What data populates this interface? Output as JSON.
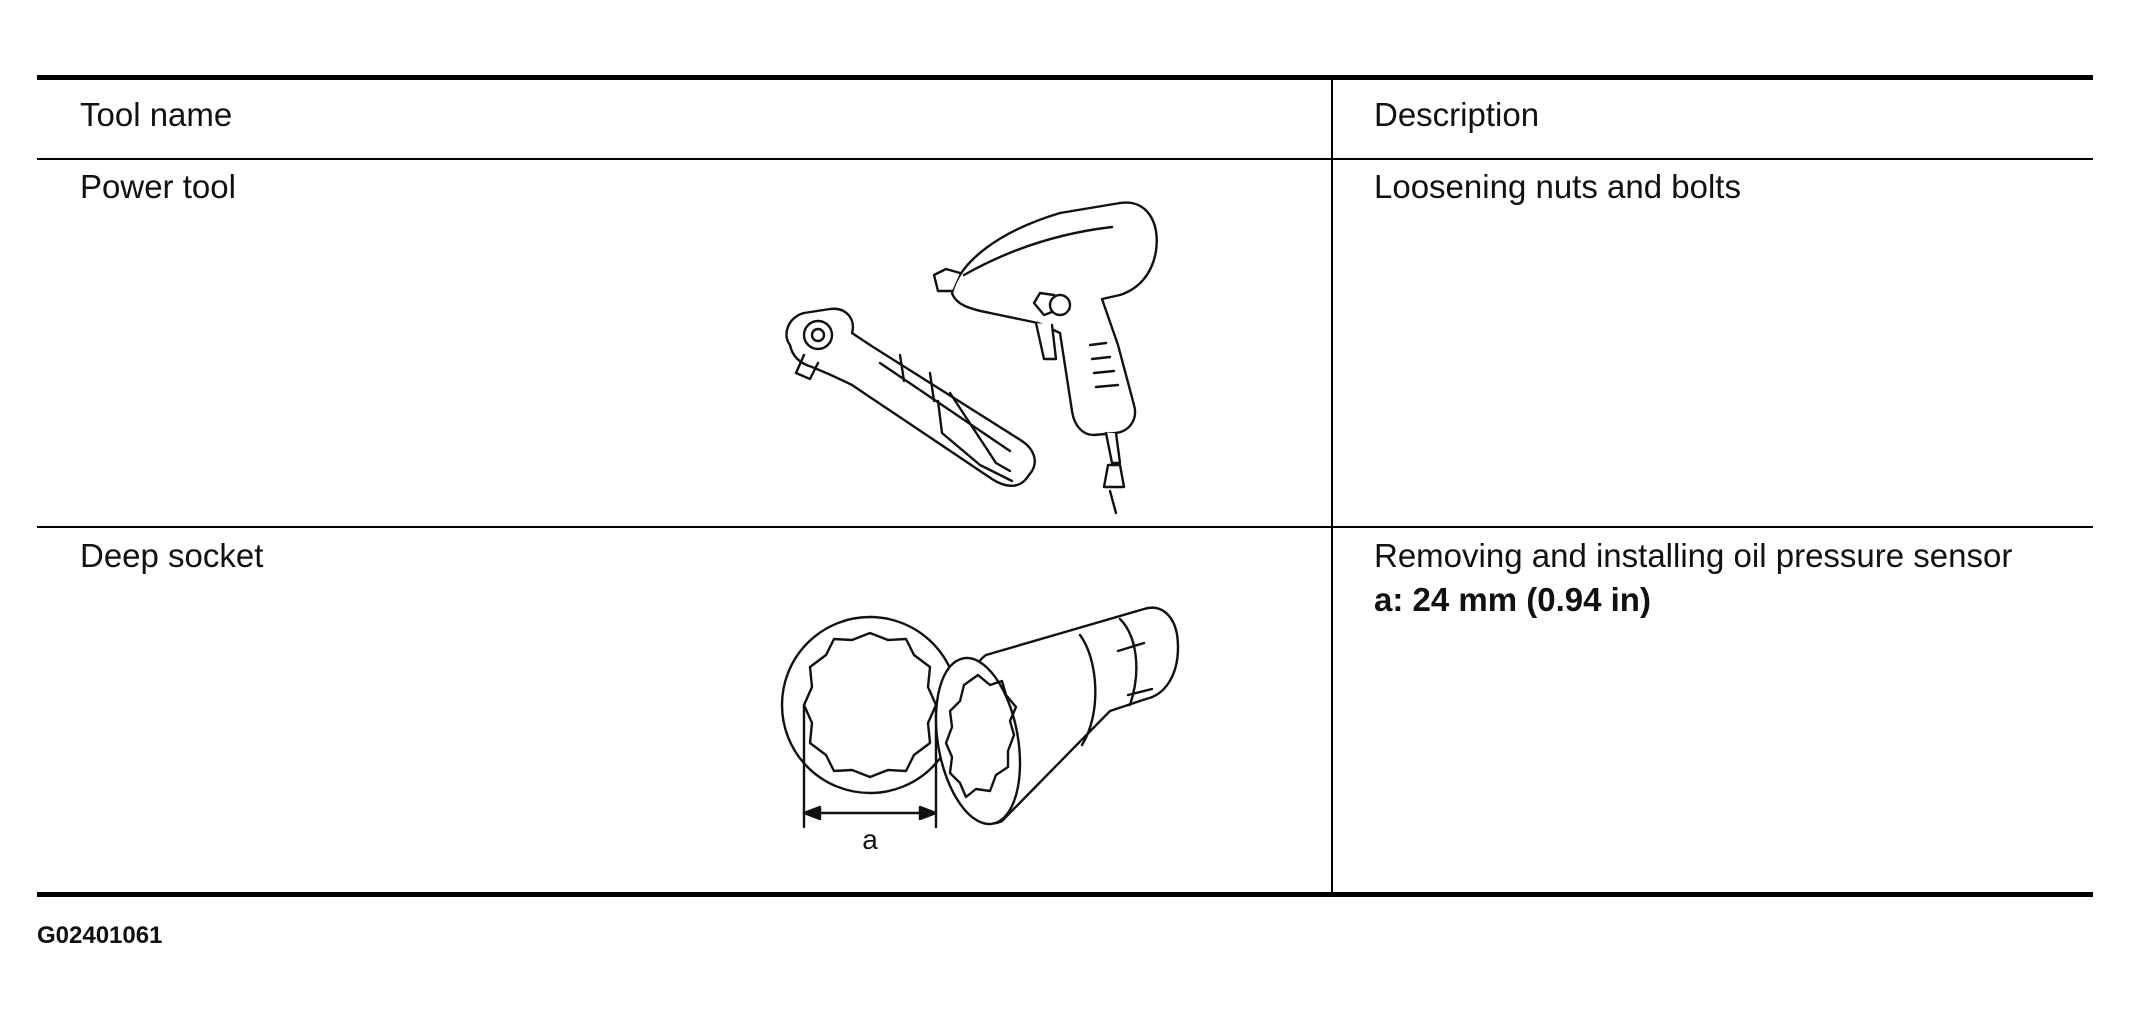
{
  "table": {
    "headers": {
      "tool_name": "Tool name",
      "description": "Description"
    },
    "rows": [
      {
        "tool_name": "Power tool",
        "illustration": "power-tool-illustration",
        "description": [
          "Loosening nuts and bolts"
        ]
      },
      {
        "tool_name": "Deep socket",
        "illustration": "deep-socket-illustration",
        "dimension_label": "a",
        "description": [
          "Removing and installing oil pressure sensor"
        ],
        "spec": "a: 24 mm (0.94 in)"
      }
    ]
  },
  "figure_id": "G02401061"
}
